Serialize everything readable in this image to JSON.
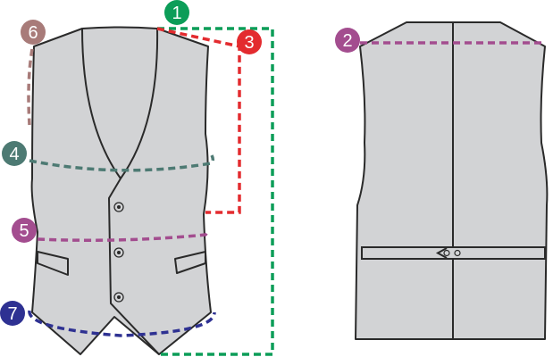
{
  "markers": [
    {
      "label": "1",
      "color": "#0c9d58"
    },
    {
      "label": "2",
      "color": "#a34d8f"
    },
    {
      "label": "3",
      "color": "#e32b2f"
    },
    {
      "label": "4",
      "color": "#4d7a73"
    },
    {
      "label": "5",
      "color": "#a34d8f"
    },
    {
      "label": "6",
      "color": "#a87b79"
    },
    {
      "label": "7",
      "color": "#2e3192"
    }
  ]
}
